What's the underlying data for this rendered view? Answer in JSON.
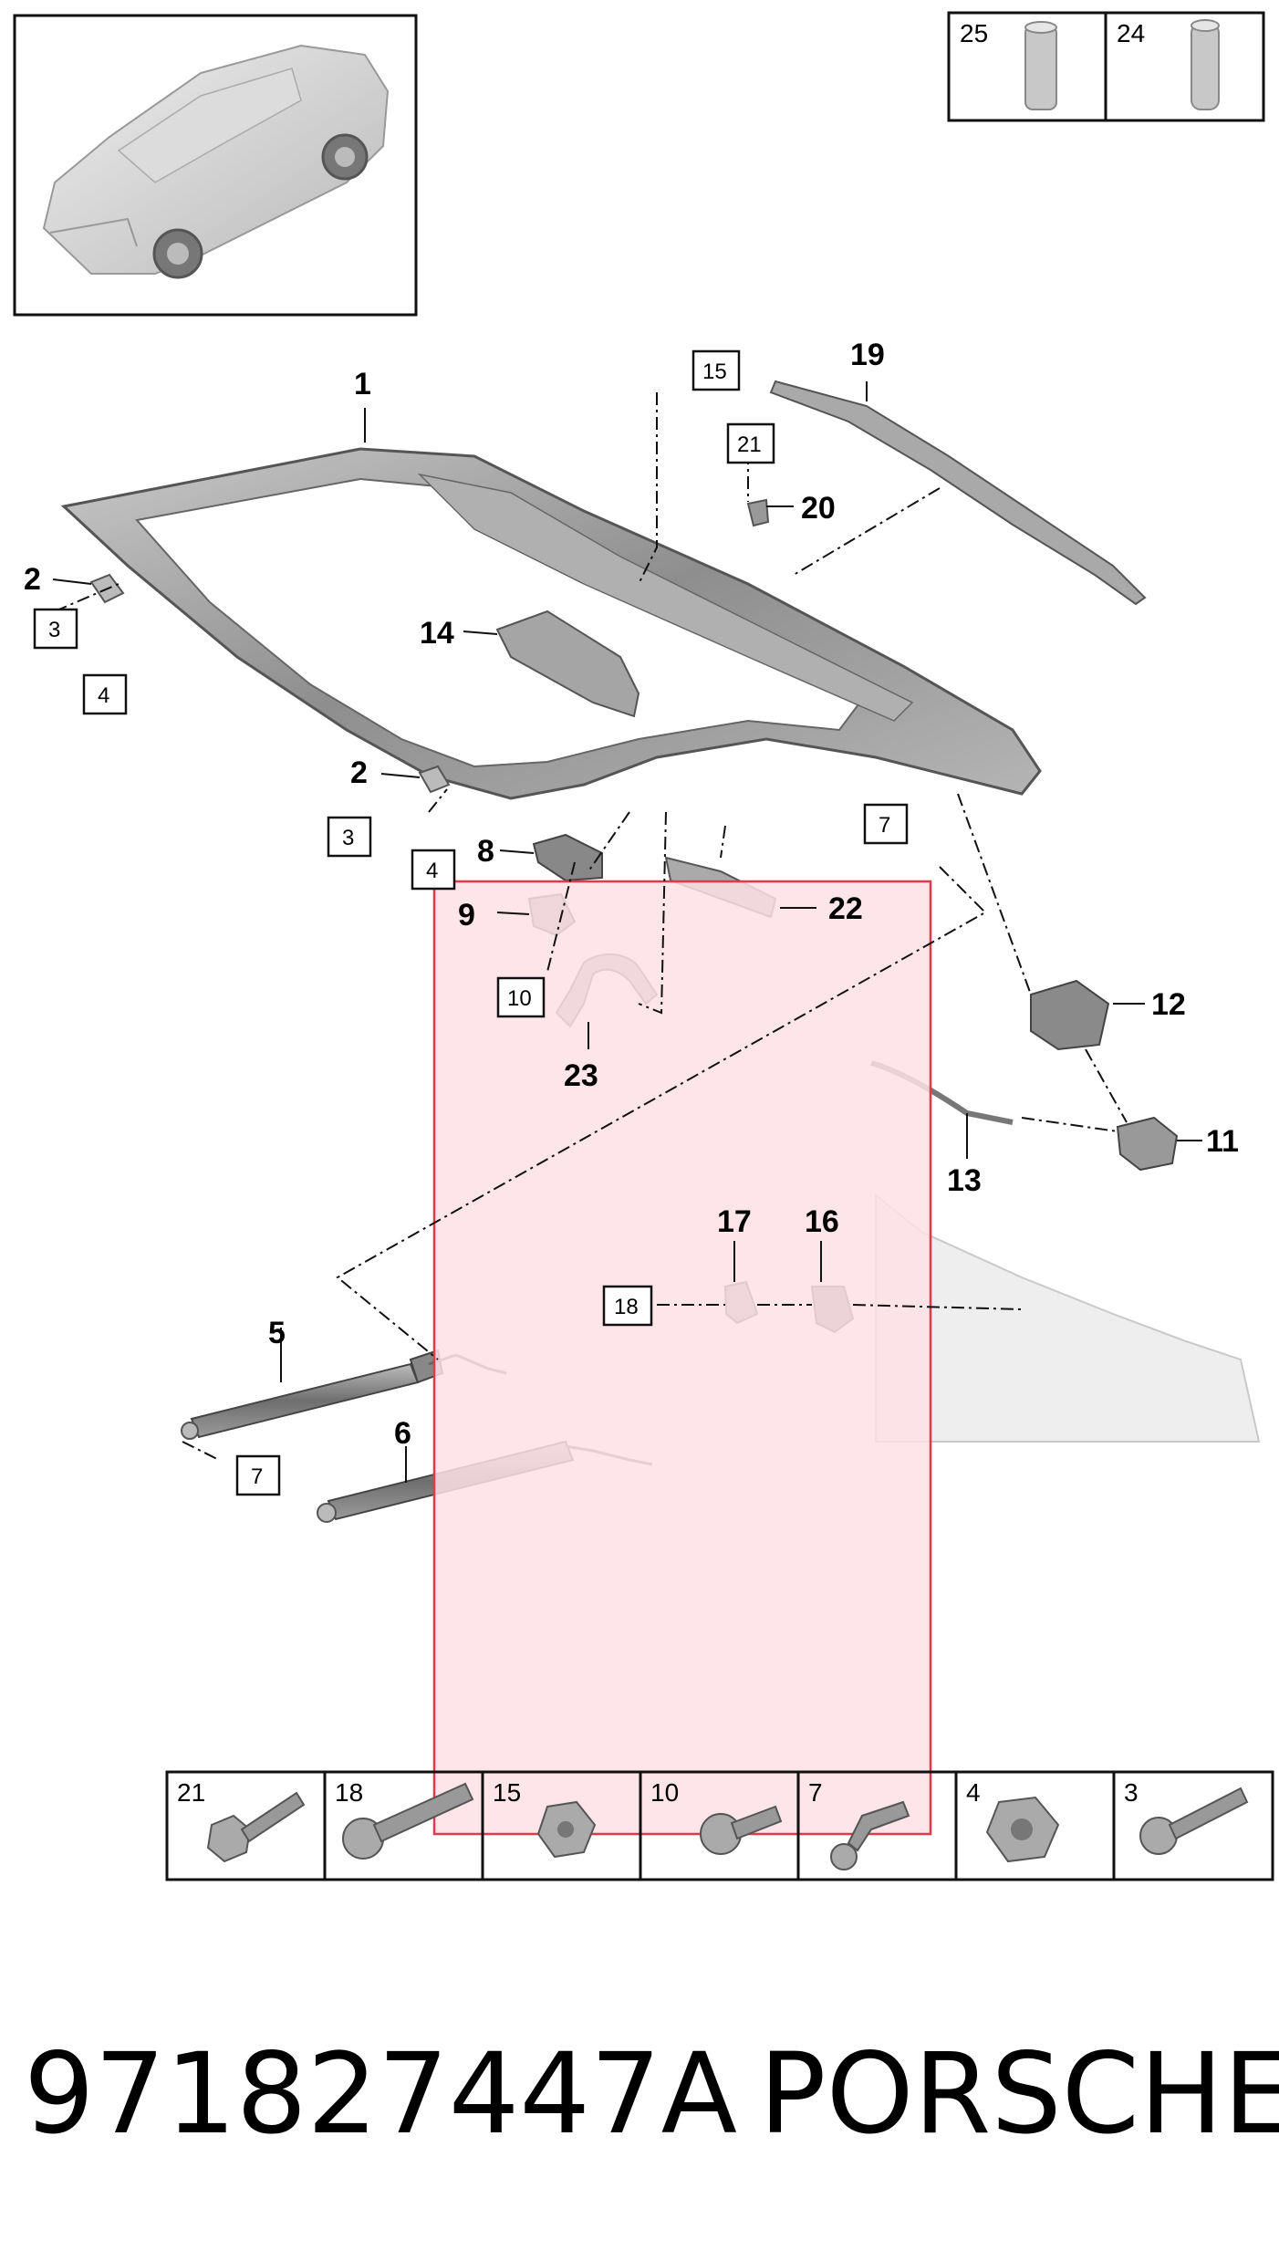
{
  "part_number": "971827447A",
  "brand": "PORSCHE",
  "callouts_bold": [
    "1",
    "2",
    "2",
    "5",
    "6",
    "8",
    "9",
    "11",
    "12",
    "13",
    "14",
    "16",
    "17",
    "19",
    "20",
    "22",
    "23"
  ],
  "callouts_boxed": [
    "3",
    "3",
    "4",
    "4",
    "7",
    "7",
    "10",
    "15",
    "18",
    "21"
  ],
  "bottom_table": [
    "21",
    "18",
    "15",
    "10",
    "7",
    "4",
    "3"
  ],
  "top_table": [
    "25",
    "24"
  ],
  "colors": {
    "highlight_fill": "#fde0e6",
    "highlight_stroke": "#e3394a",
    "part_gray": "#9a9a9a"
  }
}
